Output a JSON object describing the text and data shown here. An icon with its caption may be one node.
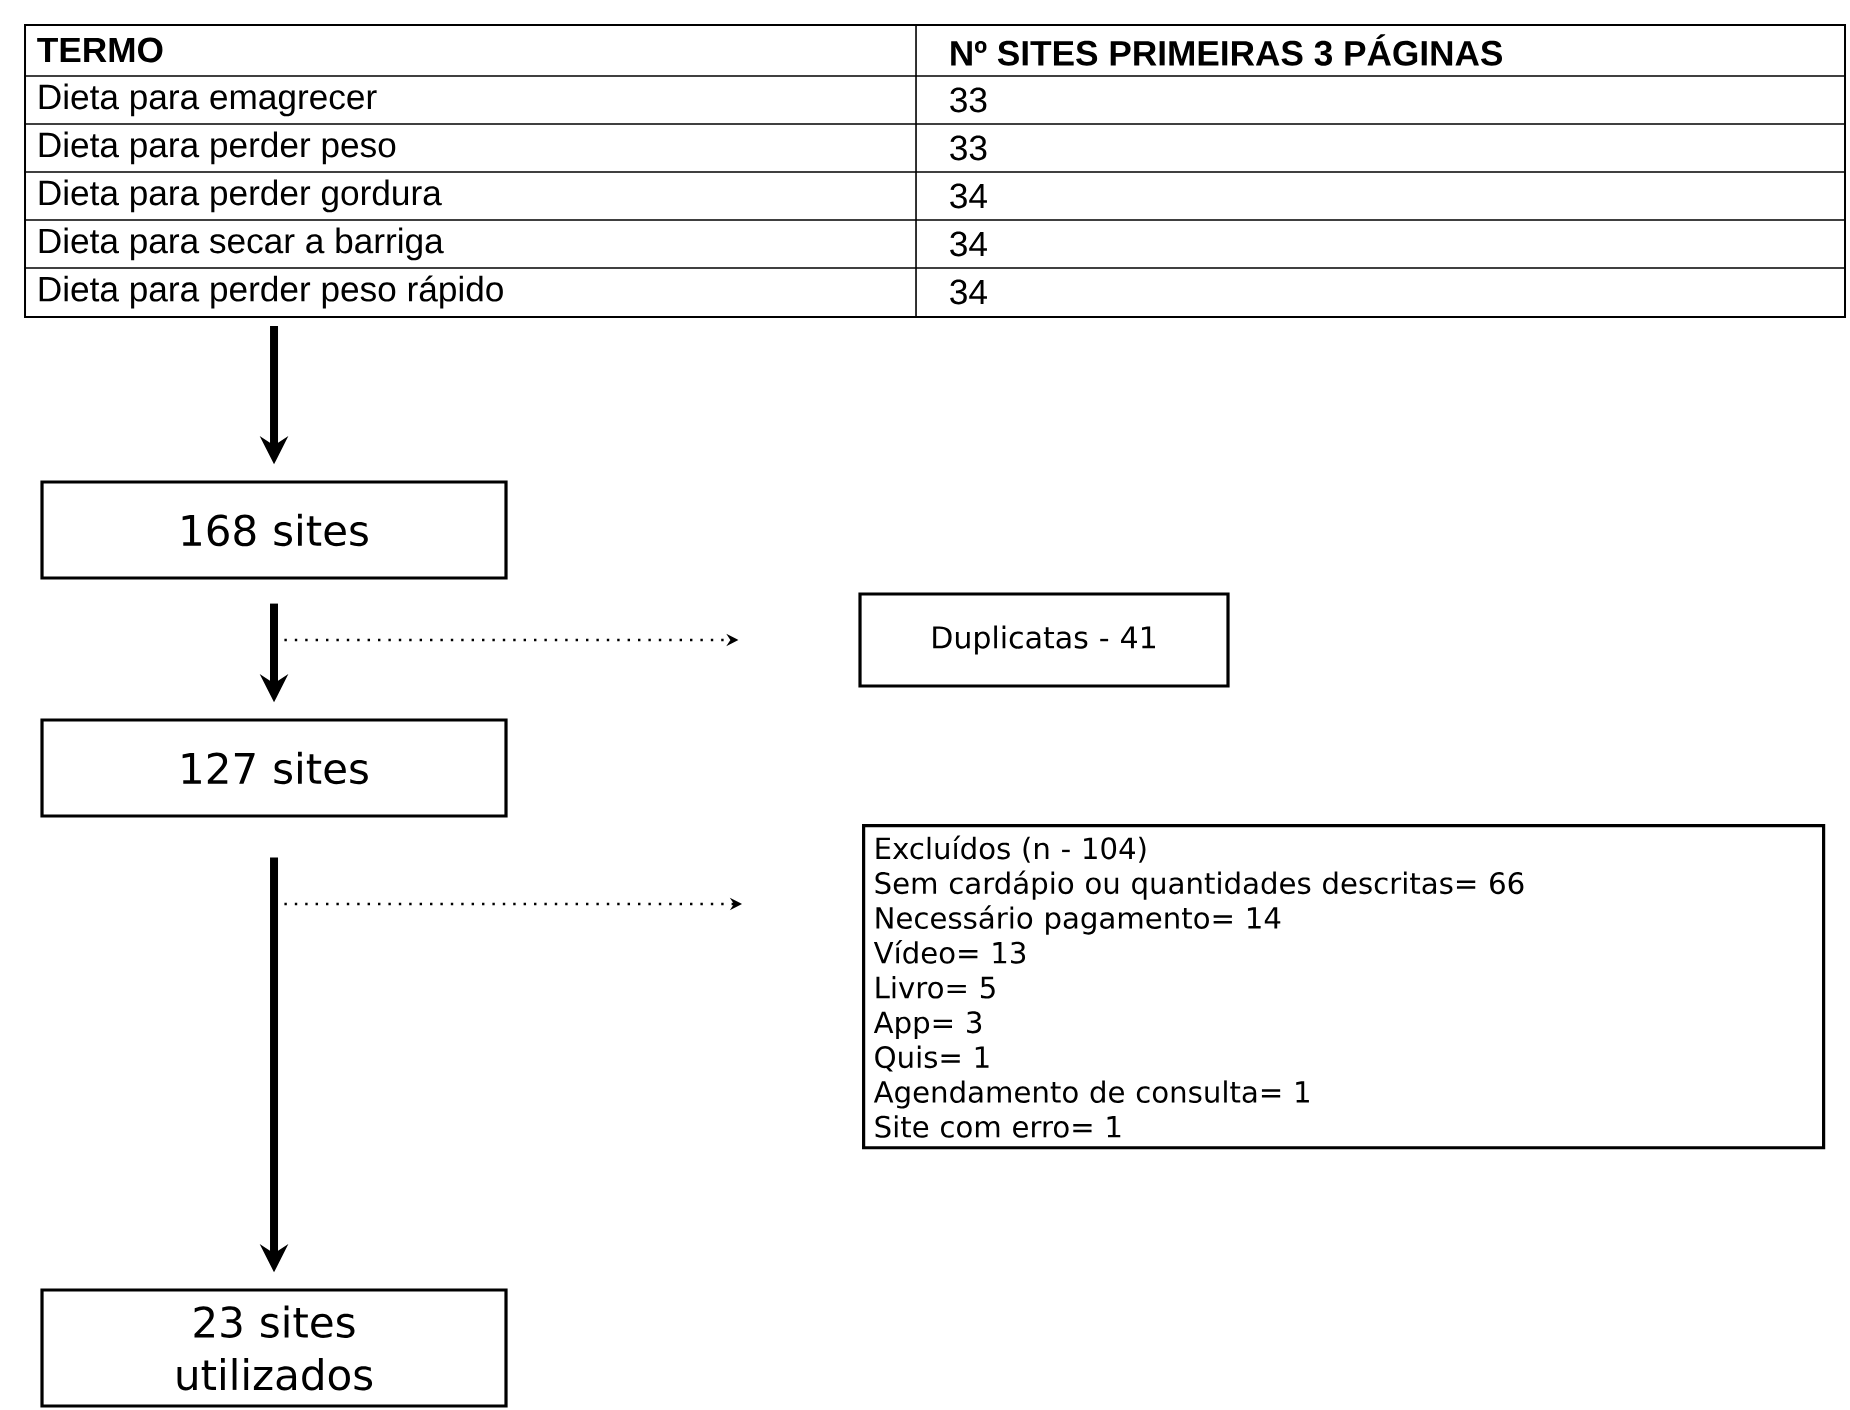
{
  "diagram": {
    "nodes": [
      {
        "text": [
          "TERMO",
          "Nº SITES PRIMEIRAS 3 PÁGINAS",
          "Dieta para emagrecer",
          "33",
          "Dieta para perder peso",
          "33",
          "Dieta para perder gordura",
          "34",
          "Dieta para secar a barriga",
          "34",
          "Dieta para perder peso rápido",
          "34"
        ]
      },
      {
        "text": [
          "168 sites"
        ]
      },
      {
        "text": [
          "Duplicatas - 41"
        ]
      },
      {
        "text": [
          "127 sites"
        ]
      },
      {
        "text": [
          "Excluídos (n - 104)",
          "Sem cardápio ou quantidades descritas= 66",
          "Necessário pagamento= 14",
          "Vídeo= 13",
          "Livro= 5",
          "App= 3",
          "Quis= 1",
          "Agendamento de consulta= 1",
          "Site com erro= 1"
        ]
      },
      {
        "text": [
          "23 sites utilizados"
        ]
      }
    ],
    "edges": [
      {
        "from": 0,
        "to": 1,
        "arrow": "to"
      },
      {
        "from": 1,
        "to": 3,
        "arrow": "to"
      },
      {
        "from": 1,
        "to": 2,
        "arrow": "to",
        "style": "dashed"
      },
      {
        "from": 3,
        "to": 5,
        "arrow": "to"
      },
      {
        "from": 3,
        "to": 4,
        "arrow": "to",
        "style": "dashed"
      }
    ]
  }
}
